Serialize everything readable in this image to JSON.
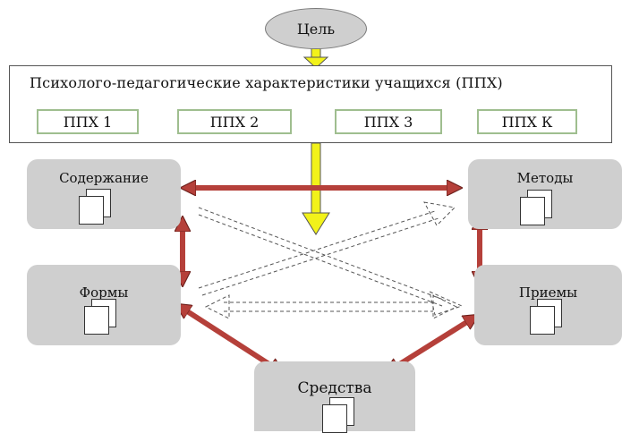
{
  "goal": "Цель",
  "characteristics": {
    "title": "Психолого-педагогические характеристики учащихся (ППХ)",
    "items": [
      "ППХ 1",
      "ППХ 2",
      "ППХ 3",
      "ППХ К"
    ]
  },
  "blocks": {
    "content": "Содержание",
    "methods": "Методы",
    "forms": "Формы",
    "techniques": "Приемы",
    "means": "Средства"
  },
  "colors": {
    "box_fill": "#cfcfcf",
    "goal_arrow": "#f2f21a",
    "relation_arrow": "#b5403a",
    "item_border": "#9fbe8f"
  }
}
